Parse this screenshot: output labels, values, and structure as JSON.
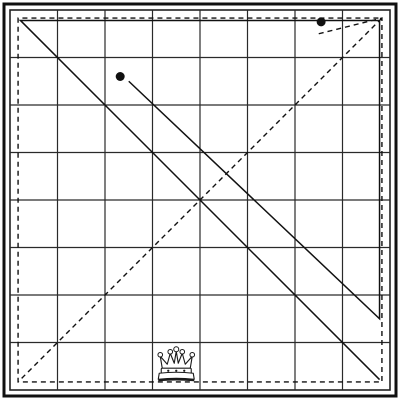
{
  "board": {
    "rows": 8,
    "columns": 8,
    "style": "black and white line drawing",
    "grid_lines": true
  },
  "piece": {
    "type": "queen",
    "icon": "crown-icon",
    "square": "d1"
  },
  "solid_path": {
    "style": "solid",
    "squares": [
      "c7",
      "h2",
      "h8",
      "a8",
      "h1"
    ]
  },
  "dashed_path": {
    "style": "dashed",
    "squares": [
      "g8",
      "h8",
      "h1",
      "a1",
      "a8",
      "h8",
      "a1"
    ]
  },
  "colors": {
    "ink": "#111111",
    "paper": "#ffffff"
  }
}
